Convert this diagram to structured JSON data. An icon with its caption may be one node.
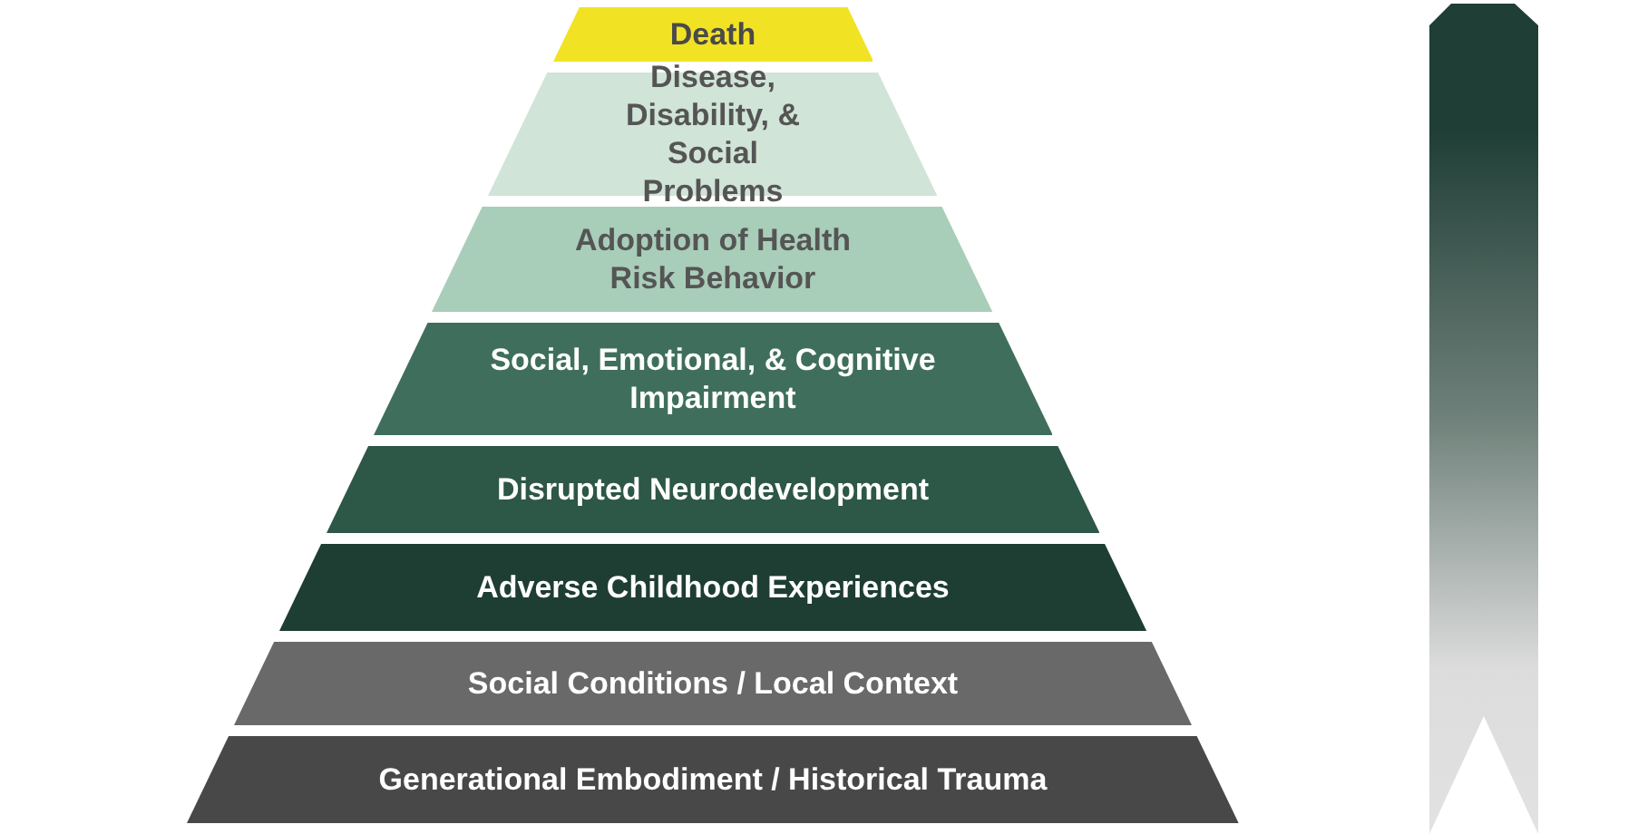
{
  "diagram": {
    "nodes": [
      {
        "text": [
          "Death"
        ]
      },
      {
        "text": [
          "Disease, Disability, & Social Problems"
        ]
      },
      {
        "text": [
          "Adoption of Health Risk Behavior"
        ]
      },
      {
        "text": [
          "Social, Emotional, & Cognitive Impairment"
        ]
      },
      {
        "text": [
          "Disrupted Neurodevelopment"
        ]
      },
      {
        "text": [
          "Adverse Childhood Experiences"
        ]
      },
      {
        "text": [
          "Social Conditions / Local Context"
        ]
      },
      {
        "text": [
          "Generational Embodiment / Historical Trauma"
        ]
      }
    ]
  }
}
